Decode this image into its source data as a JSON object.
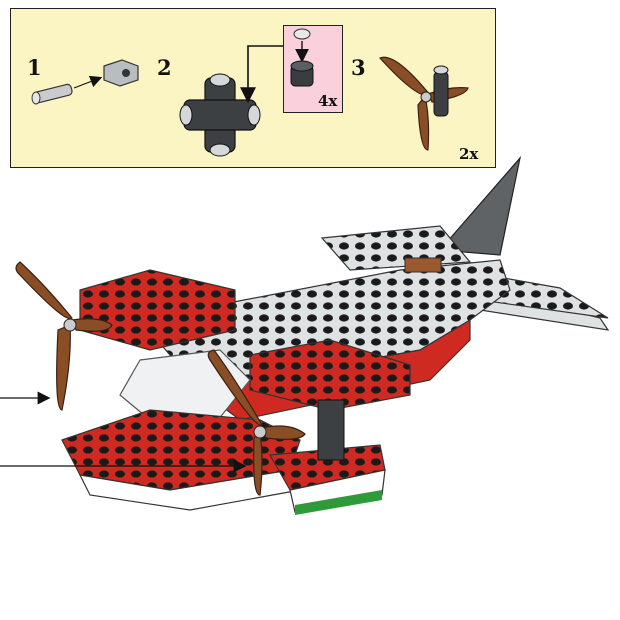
{
  "substeps": [
    {
      "number": "1"
    },
    {
      "number": "2",
      "multiplier": "4x"
    },
    {
      "number": "3",
      "multiplier": "2x"
    }
  ],
  "icons": [
    "axle-connector-icon",
    "technic-brick-icon",
    "cross-hub-icon",
    "round-tile-icon",
    "propeller-icon",
    "seaplane-model-icon",
    "pointer-arrow-icon"
  ],
  "colors": {
    "panel_bg": "#fbf5c3",
    "inset_bg": "#fbd0dd",
    "red": "#cf2a22",
    "brown": "#8a4e26",
    "gray": "#b8bdbf",
    "dark": "#3a3d40",
    "white": "#ffffff",
    "green": "#2f9a3a"
  }
}
